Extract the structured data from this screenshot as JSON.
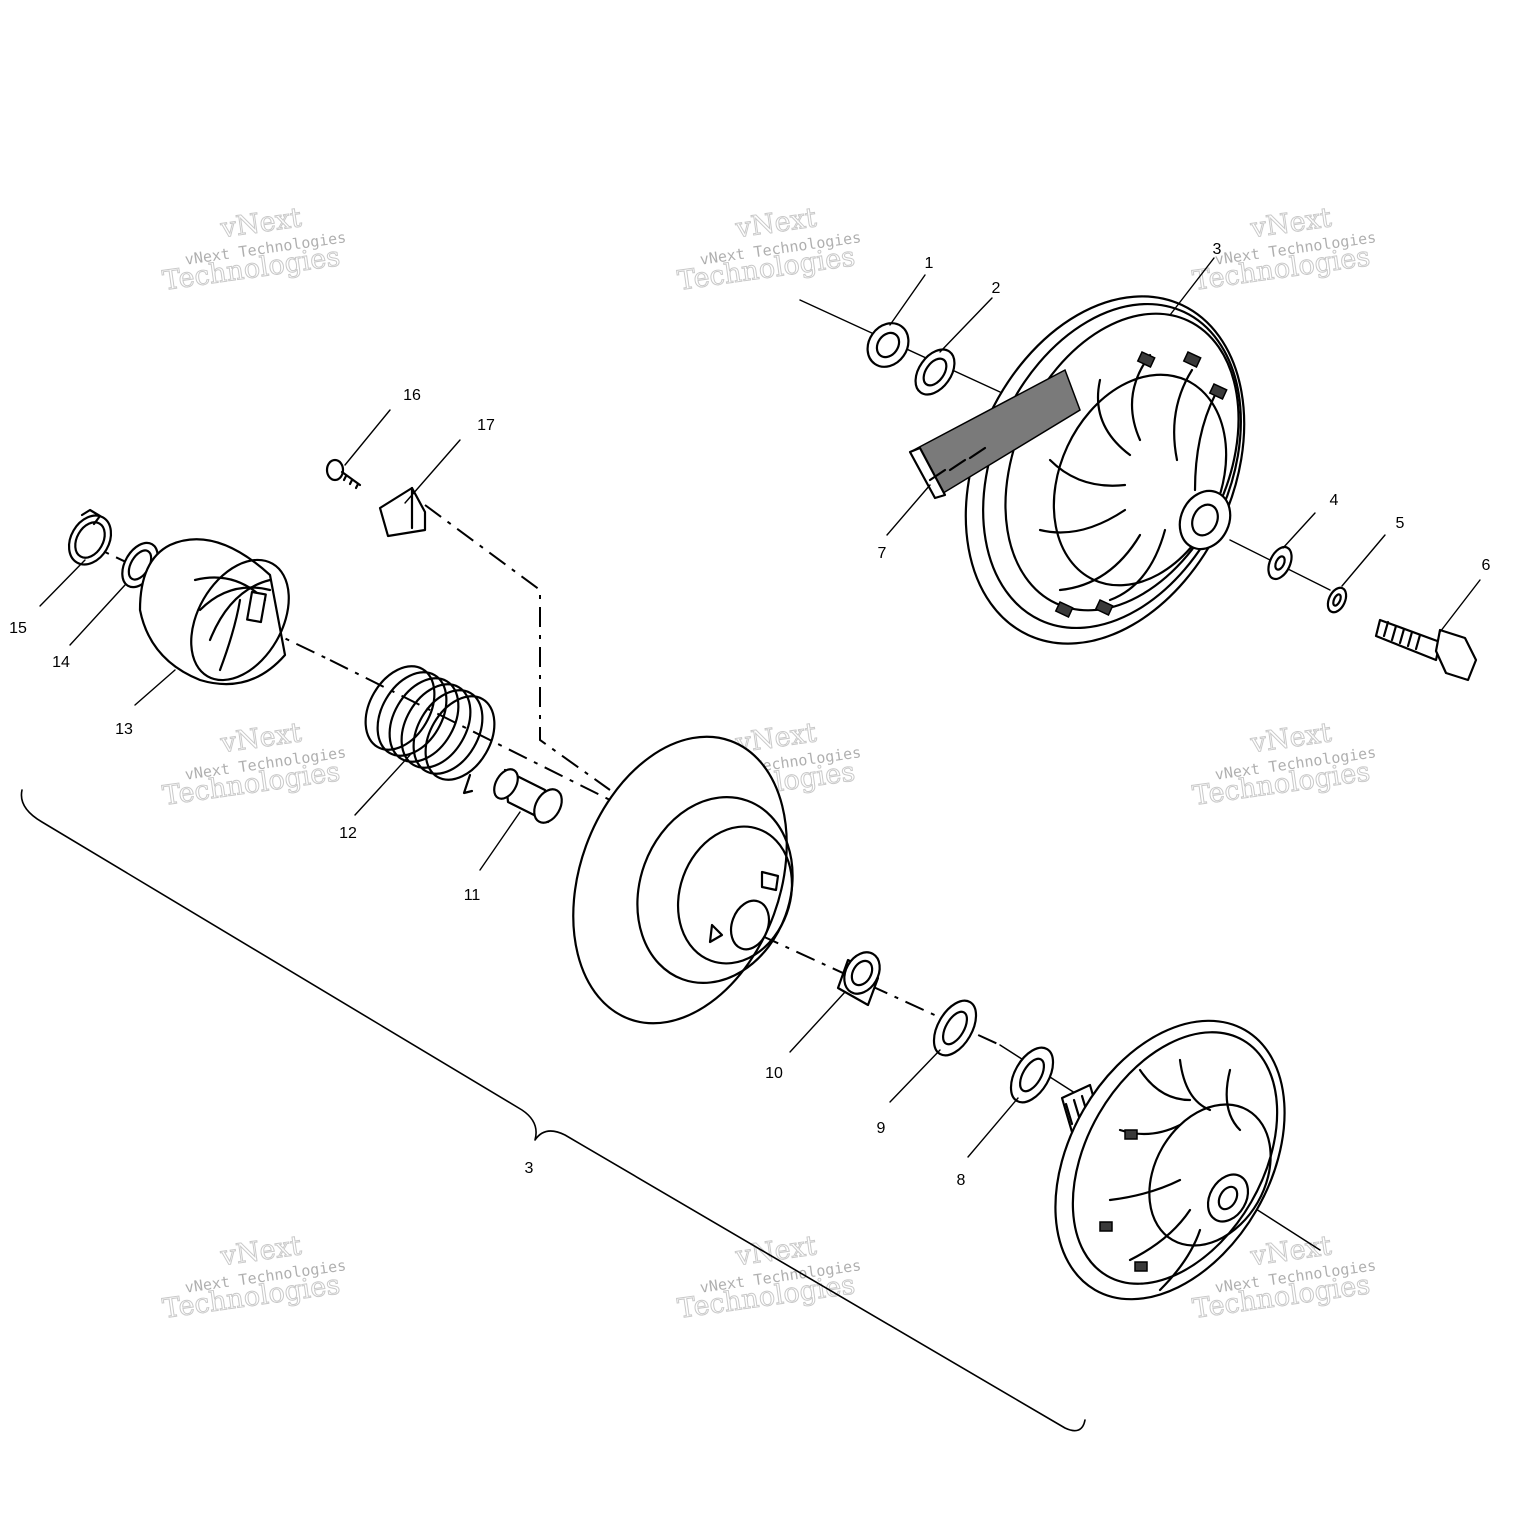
{
  "diagram": {
    "callouts": [
      "1",
      "2",
      "3",
      "4",
      "5",
      "6",
      "7",
      "8",
      "9",
      "10",
      "11",
      "12",
      "13",
      "14",
      "15",
      "16",
      "17"
    ],
    "assembly_label": "3"
  },
  "watermark": {
    "line1": "vNext Technologies",
    "brand_top": "vNext",
    "brand_bottom": "Technologies"
  }
}
